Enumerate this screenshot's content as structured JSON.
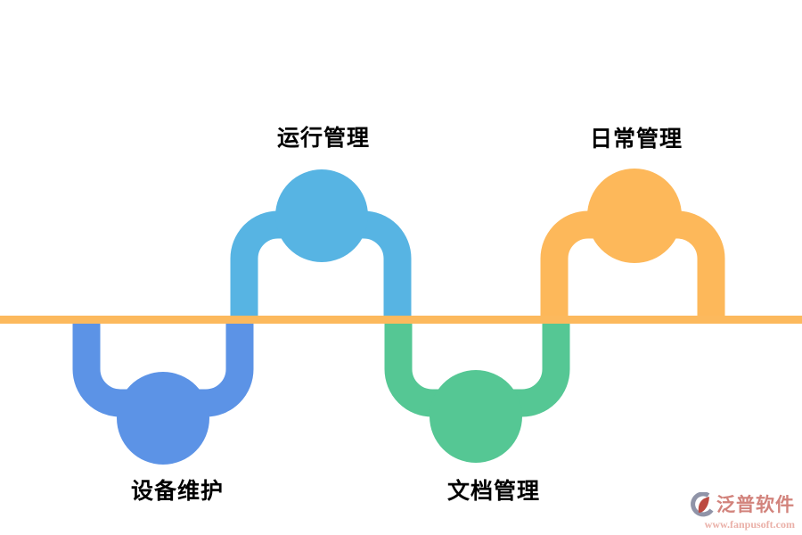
{
  "diagram": {
    "baseline_color": "#FCB95D",
    "nodes": [
      {
        "label": "设备维护",
        "color": "#5C93E6",
        "side": "below-line"
      },
      {
        "label": "运行管理",
        "color": "#57B4E3",
        "side": "above-line"
      },
      {
        "label": "文档管理",
        "color": "#55C794",
        "side": "below-line"
      },
      {
        "label": "日常管理",
        "color": "#FDB85A",
        "side": "above-line"
      }
    ]
  },
  "watermark": {
    "brand": "泛普软件",
    "url": "www.fanpusoft.com",
    "brand_color": "#D2837C",
    "url_color": "#EAB0A8",
    "icon": "fanpu-swirl-logo",
    "icon_gray": "#9094A8",
    "icon_red": "#BC4A41"
  }
}
